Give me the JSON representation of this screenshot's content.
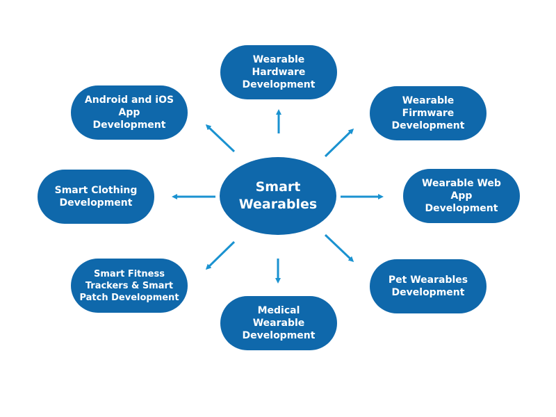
{
  "diagram": {
    "center": {
      "label": "Smart\nWearables"
    },
    "nodes": [
      {
        "id": "hardware",
        "label": "Wearable\nHardware\nDevelopment"
      },
      {
        "id": "android-ios",
        "label": "Android and iOS\nApp\nDevelopment"
      },
      {
        "id": "firmware",
        "label": "Wearable\nFirmware\nDevelopment"
      },
      {
        "id": "clothing",
        "label": "Smart Clothing\nDevelopment"
      },
      {
        "id": "web-app",
        "label": "Wearable Web\nApp\nDevelopment"
      },
      {
        "id": "fitness",
        "label": "Smart Fitness\nTrackers & Smart\nPatch Development"
      },
      {
        "id": "pet",
        "label": "Pet Wearables\nDevelopment"
      },
      {
        "id": "medical",
        "label": "Medical\nWearable\nDevelopment"
      }
    ],
    "colors": {
      "node_fill": "#0f68ab",
      "arrow": "#1a92d0",
      "text": "#ffffff"
    }
  }
}
